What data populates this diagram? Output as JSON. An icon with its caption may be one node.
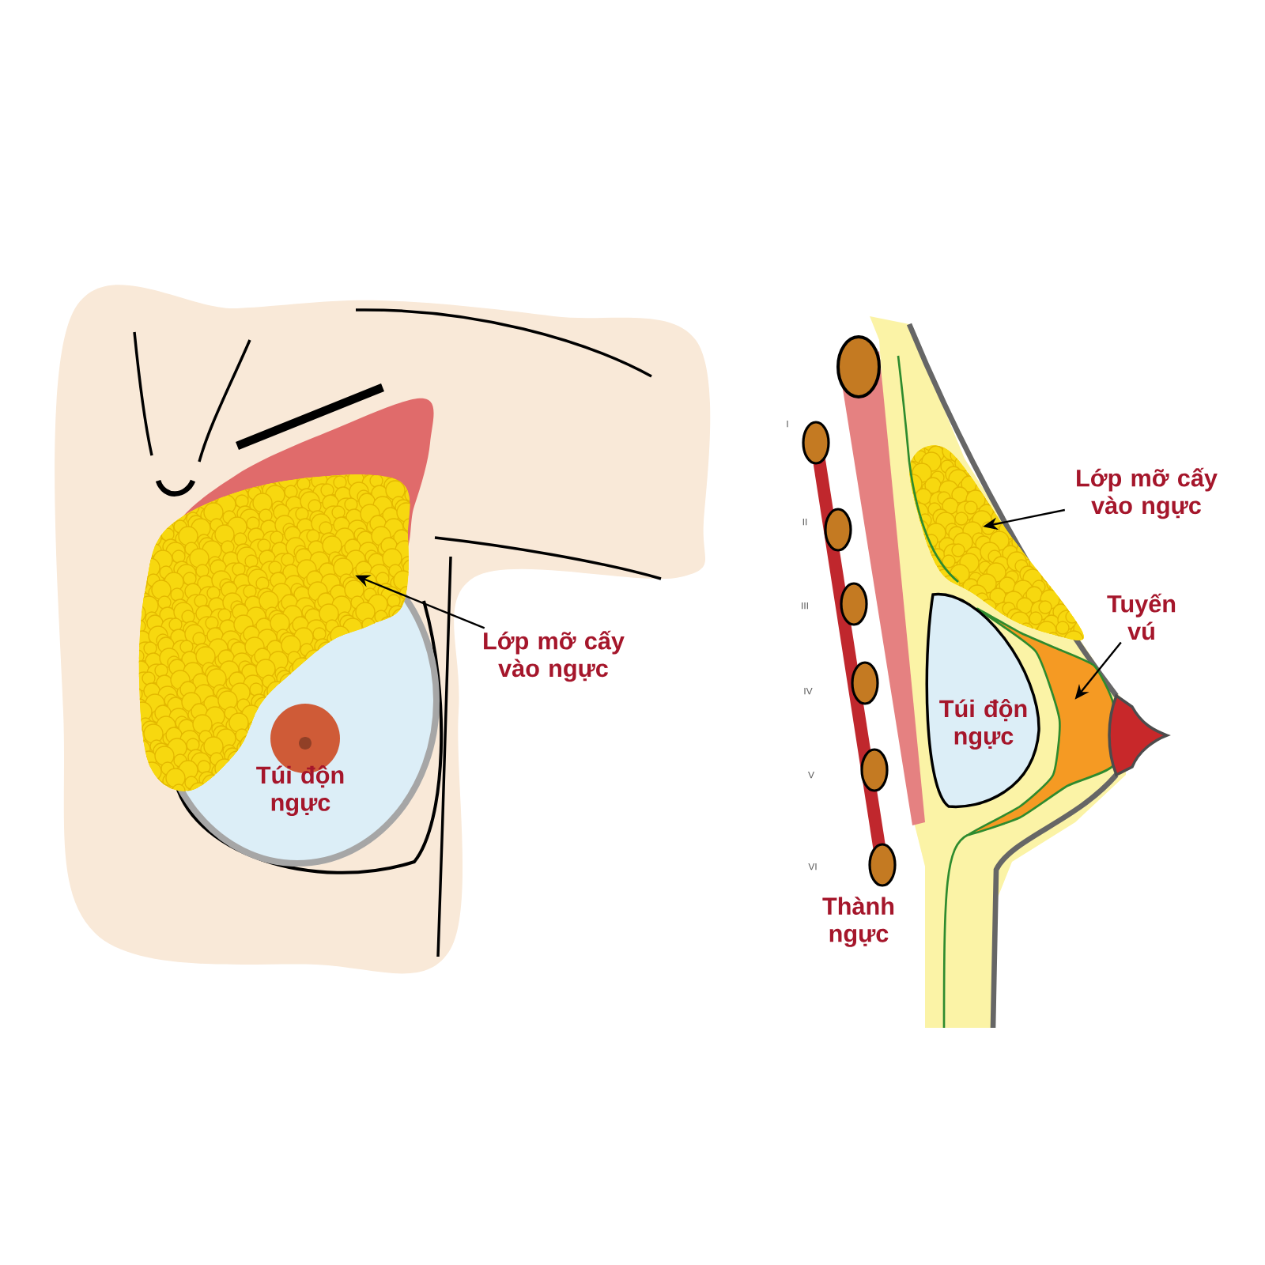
{
  "diagram": {
    "nodes": [
      {
        "text": [
          "Lớp mỡ cấy vào ngực"
        ]
      },
      {
        "text": [],
        "shape": "picture"
      },
      {
        "text": [
          "Túi độn ngực"
        ]
      },
      {
        "text": [
          "Lớp mỡ cấy vào ngực"
        ]
      },
      {
        "text": [],
        "shape": "picture"
      },
      {
        "text": [
          "Tuyến vú"
        ]
      },
      {
        "text": [],
        "shape": "picture"
      },
      {
        "text": [
          "Túi độn ngực"
        ]
      }
    ],
    "edges": [
      {
        "from": 0,
        "to": 1,
        "arrow": "to"
      },
      {
        "from": 3,
        "to": 4,
        "arrow": "to"
      },
      {
        "from": 5,
        "to": 6,
        "arrow": "to"
      }
    ],
    "labels": [
      "I",
      "II",
      "III",
      "IV",
      "V",
      "VI",
      "Thành ngực"
    ]
  }
}
